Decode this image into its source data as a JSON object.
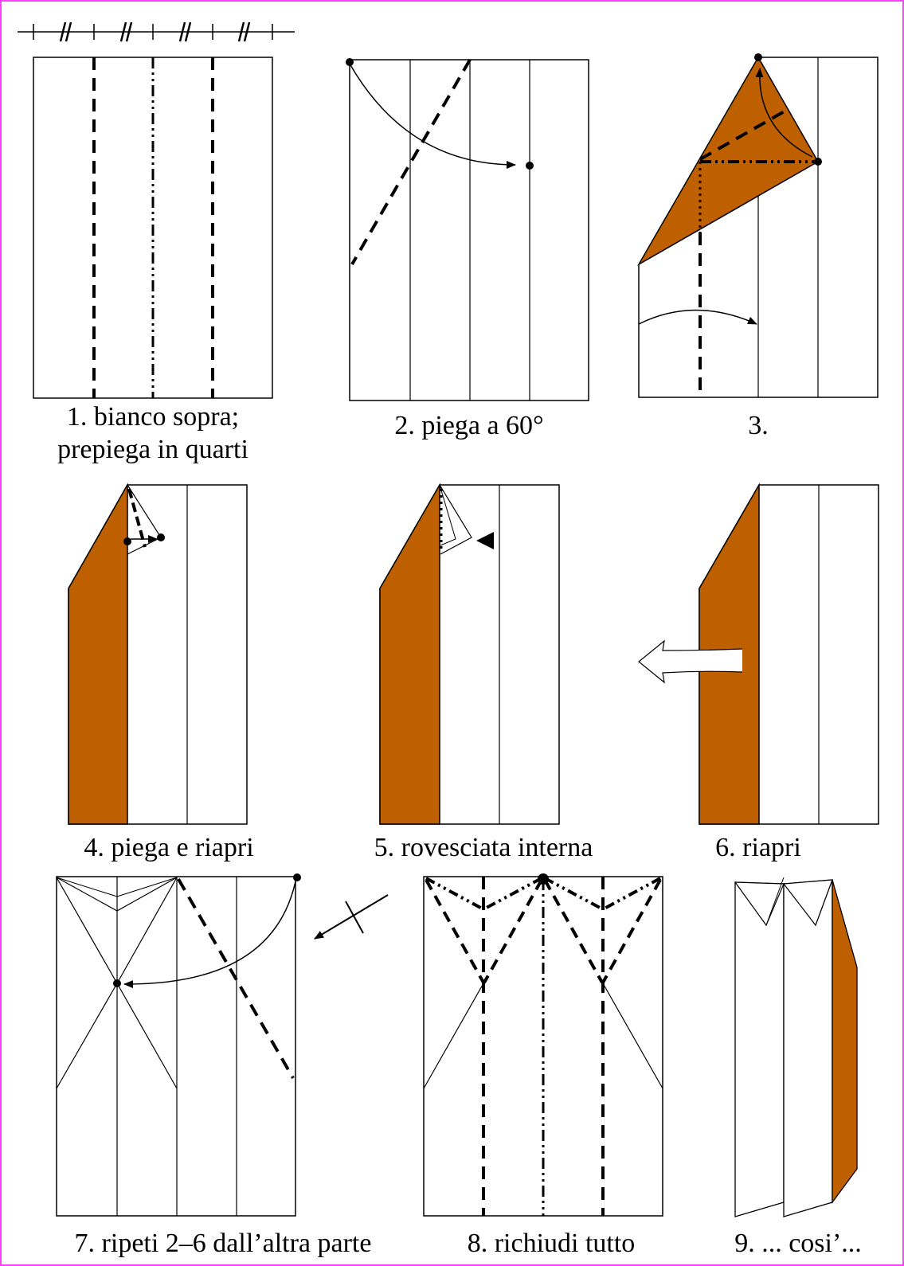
{
  "colors": {
    "paper_white": "#ffffff",
    "paper_colored": "#bf6000",
    "line": "#000000",
    "page_border": "#ff40ff"
  },
  "legend": {
    "description_icon": "quarters-division-marks"
  },
  "steps": [
    {
      "number": 1,
      "caption_line1": "1. bianco sopra;",
      "caption_line2": "prepiega in quarti"
    },
    {
      "number": 2,
      "caption_line1": "2. piega a 60°"
    },
    {
      "number": 3,
      "caption_line1": "3."
    },
    {
      "number": 4,
      "caption_line1": "4. piega e riapri"
    },
    {
      "number": 5,
      "caption_line1": "5. rovesciata interna"
    },
    {
      "number": 6,
      "caption_line1": "6. riapri"
    },
    {
      "number": 7,
      "caption_line1": "7. ripeti 2–6 dall’altra parte"
    },
    {
      "number": 8,
      "caption_line1": "8. richiudi tutto"
    },
    {
      "number": 9,
      "caption_line1": "9. ... cosi’..."
    }
  ]
}
